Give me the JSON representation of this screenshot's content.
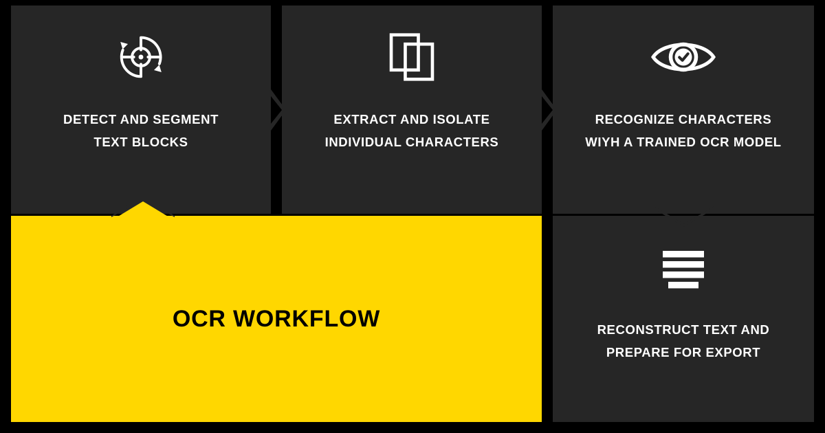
{
  "theme": {
    "background": "#000000",
    "card_background": "#262626",
    "accent": "#FFD700",
    "text_light": "#FFFFFF",
    "text_dark": "#000000"
  },
  "main_panel": {
    "title": "OCR WORKFLOW"
  },
  "steps": [
    {
      "id": "step-1",
      "icon": "target-crosshair-refresh-icon",
      "label": "DETECT AND SEGMENT\nTEXT BLOCKS"
    },
    {
      "id": "step-2",
      "icon": "overlapping-rectangles-icon",
      "label": "EXTRACT AND ISOLATE\nINDIVIDUAL CHARACTERS"
    },
    {
      "id": "step-3",
      "icon": "eye-check-icon",
      "label": "RECOGNIZE CHARACTERS\nWIYH A TRAINED OCR MODEL"
    },
    {
      "id": "step-4",
      "icon": "text-lines-icon",
      "label": "RECONSTRUCT TEXT AND\nPREPARE FOR EXPORT"
    }
  ],
  "connectors": [
    {
      "id": "connector-1-to-2",
      "icon": "chevron-right-icon"
    },
    {
      "id": "connector-2-to-3",
      "icon": "chevron-right-icon"
    },
    {
      "id": "connector-3-to-4",
      "icon": "chevron-down-icon"
    },
    {
      "id": "connector-to-title",
      "icon": "chevron-up-icon"
    }
  ]
}
